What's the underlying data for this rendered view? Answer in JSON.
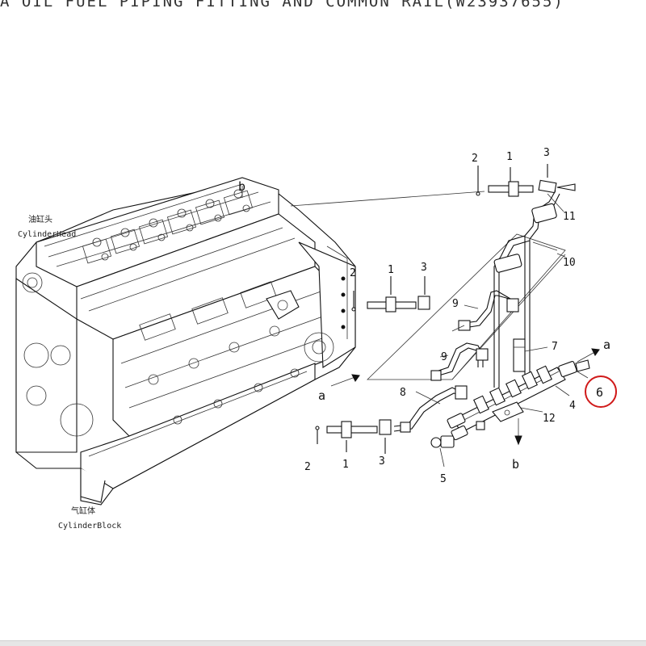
{
  "header": {
    "title_fragment": "A  OIL FUEL PIPING FITTING AND COMMON RAIL(W23937655)"
  },
  "captions": {
    "cylinder_head_cn": "油缸头",
    "cylinder_head_en": "CylinderHead",
    "cylinder_block_cn": "气缸体",
    "cylinder_block_en": "CylinderBlock"
  },
  "callouts": {
    "n1_top": "1",
    "n2_top": "2",
    "n3_top": "3",
    "n11": "11",
    "n10": "10",
    "n1_mid": "1",
    "n2_mid": "2",
    "n3_mid": "3",
    "n9_upper": "9",
    "n9_lower": "9",
    "n7": "7",
    "n8": "8",
    "n4": "4",
    "n12": "12",
    "n6": "6",
    "n5": "5",
    "n1_bot": "1",
    "n2_bot": "2",
    "n3_bot": "3",
    "a_left": "a",
    "a_right": "a",
    "b_top": "b",
    "b_bottom": "b"
  },
  "highlight": {
    "color": "#d01a1a",
    "target": "6"
  }
}
